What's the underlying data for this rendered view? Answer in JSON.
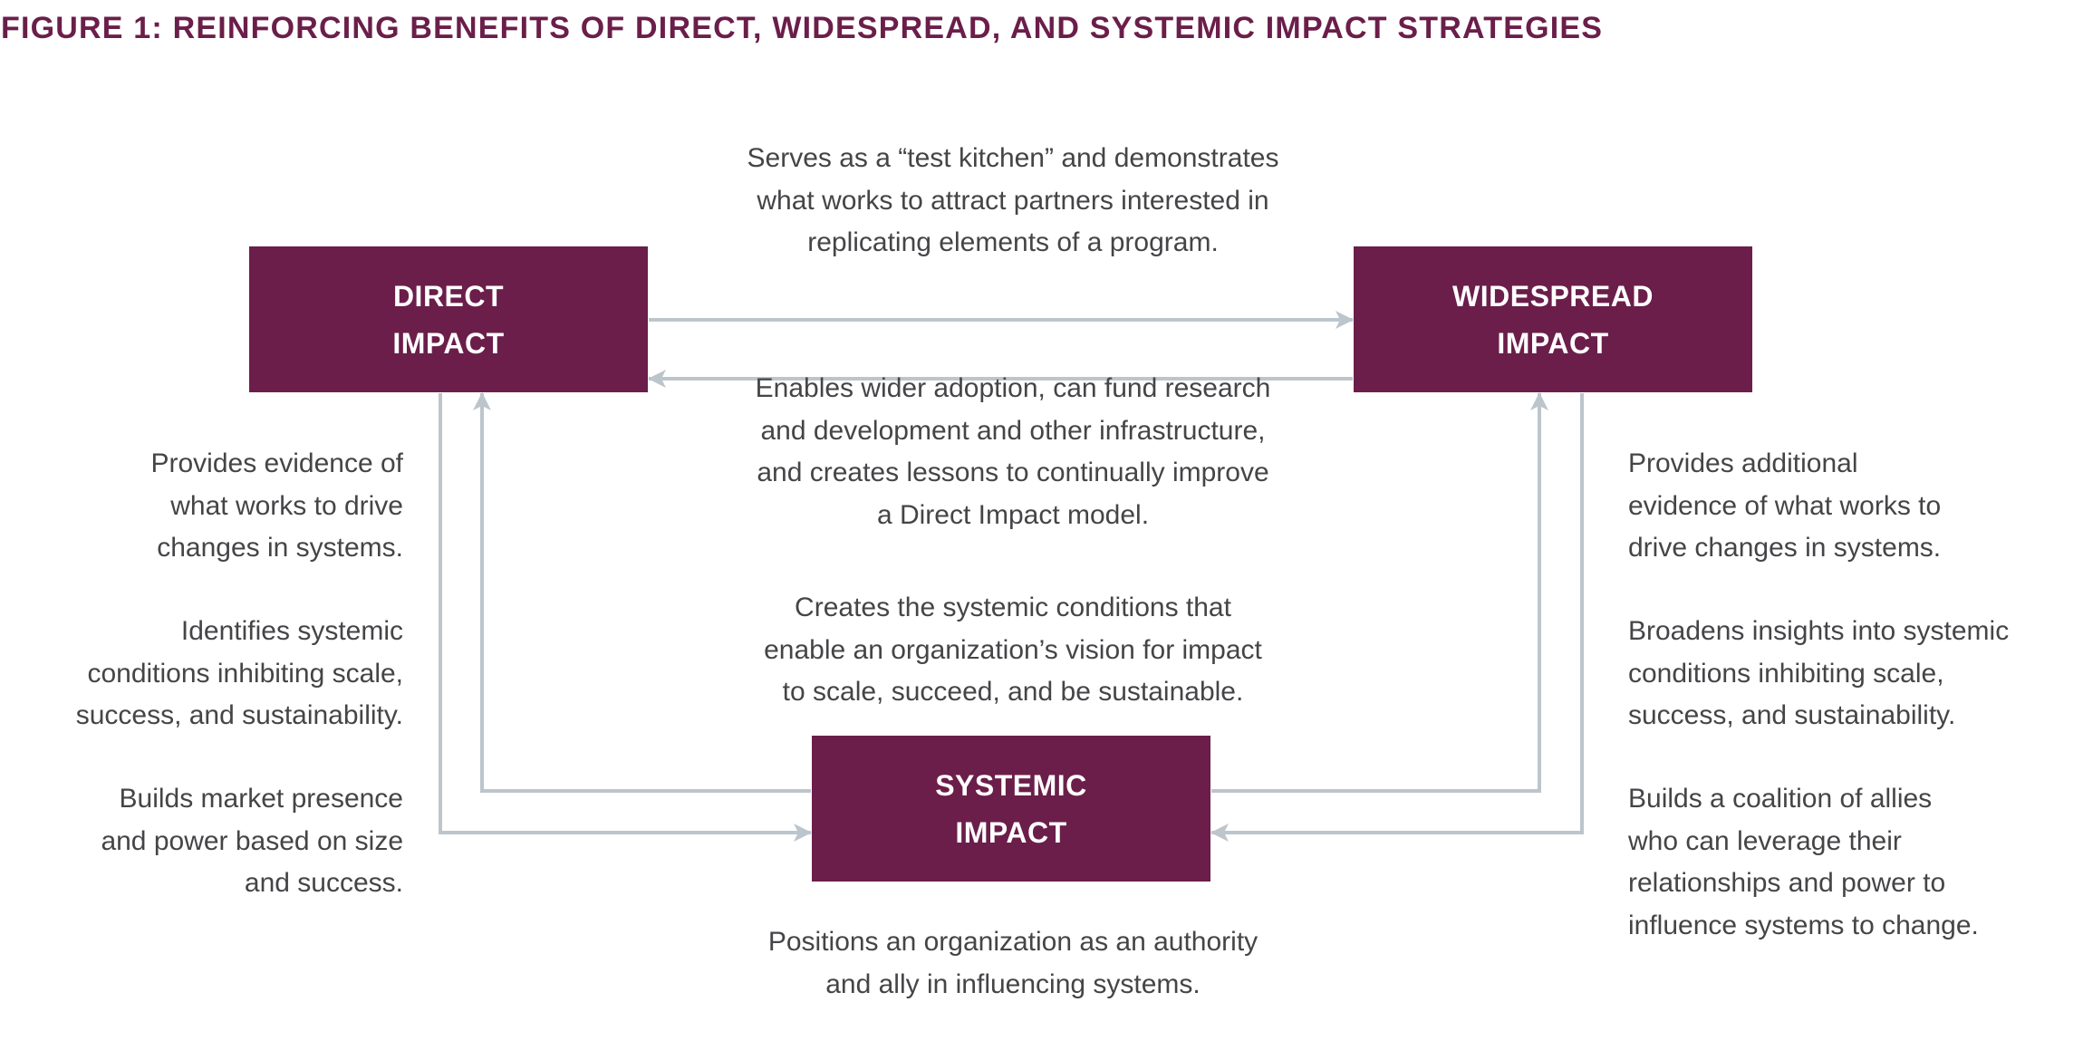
{
  "figure": {
    "title": "FIGURE 1: REINFORCING BENEFITS OF DIRECT, WIDESPREAD, AND SYSTEMIC IMPACT STRATEGIES",
    "colors": {
      "brand": "#6b1e4a",
      "connector": "#bdc5cc",
      "body_text": "#454548",
      "box_text": "#ffffff"
    }
  },
  "nodes": {
    "direct": {
      "label": "DIRECT\nIMPACT"
    },
    "widespread": {
      "label": "WIDESPREAD\nIMPACT"
    },
    "systemic": {
      "label": "SYSTEMIC\nIMPACT"
    }
  },
  "edges": [
    {
      "from": "direct",
      "to": "widespread"
    },
    {
      "from": "widespread",
      "to": "direct"
    },
    {
      "from": "direct",
      "to": "systemic"
    },
    {
      "from": "systemic",
      "to": "direct"
    },
    {
      "from": "widespread",
      "to": "systemic"
    },
    {
      "from": "systemic",
      "to": "widespread"
    }
  ],
  "annotations": {
    "direct_to_widespread": "Serves as a “test kitchen” and demonstrates\nwhat works to attract partners interested in\nreplicating elements of a program.",
    "widespread_to_direct": "Enables wider adoption, can fund research\nand development and other infrastructure,\nand creates lessons to continually improve\na Direct Impact model.",
    "systemic_to_others": "Creates the systemic conditions that\nenable an organization’s vision for impact\nto scale, succeed, and be sustainable.",
    "systemic_benefit": "Positions an organization as an authority\nand ally in influencing systems.",
    "direct_to_systemic": [
      "Provides evidence of\nwhat works to drive\nchanges in systems.",
      "Identifies systemic\nconditions inhibiting scale,\nsuccess, and sustainability.",
      "Builds market presence\nand power based on size\nand success."
    ],
    "widespread_to_systemic": [
      "Provides additional\nevidence of what works to\ndrive changes in systems.",
      "Broadens insights into systemic\nconditions inhibiting scale,\nsuccess, and sustainability.",
      "Builds a coalition of allies\nwho can leverage their\nrelationships and power to\ninfluence systems to change."
    ]
  }
}
